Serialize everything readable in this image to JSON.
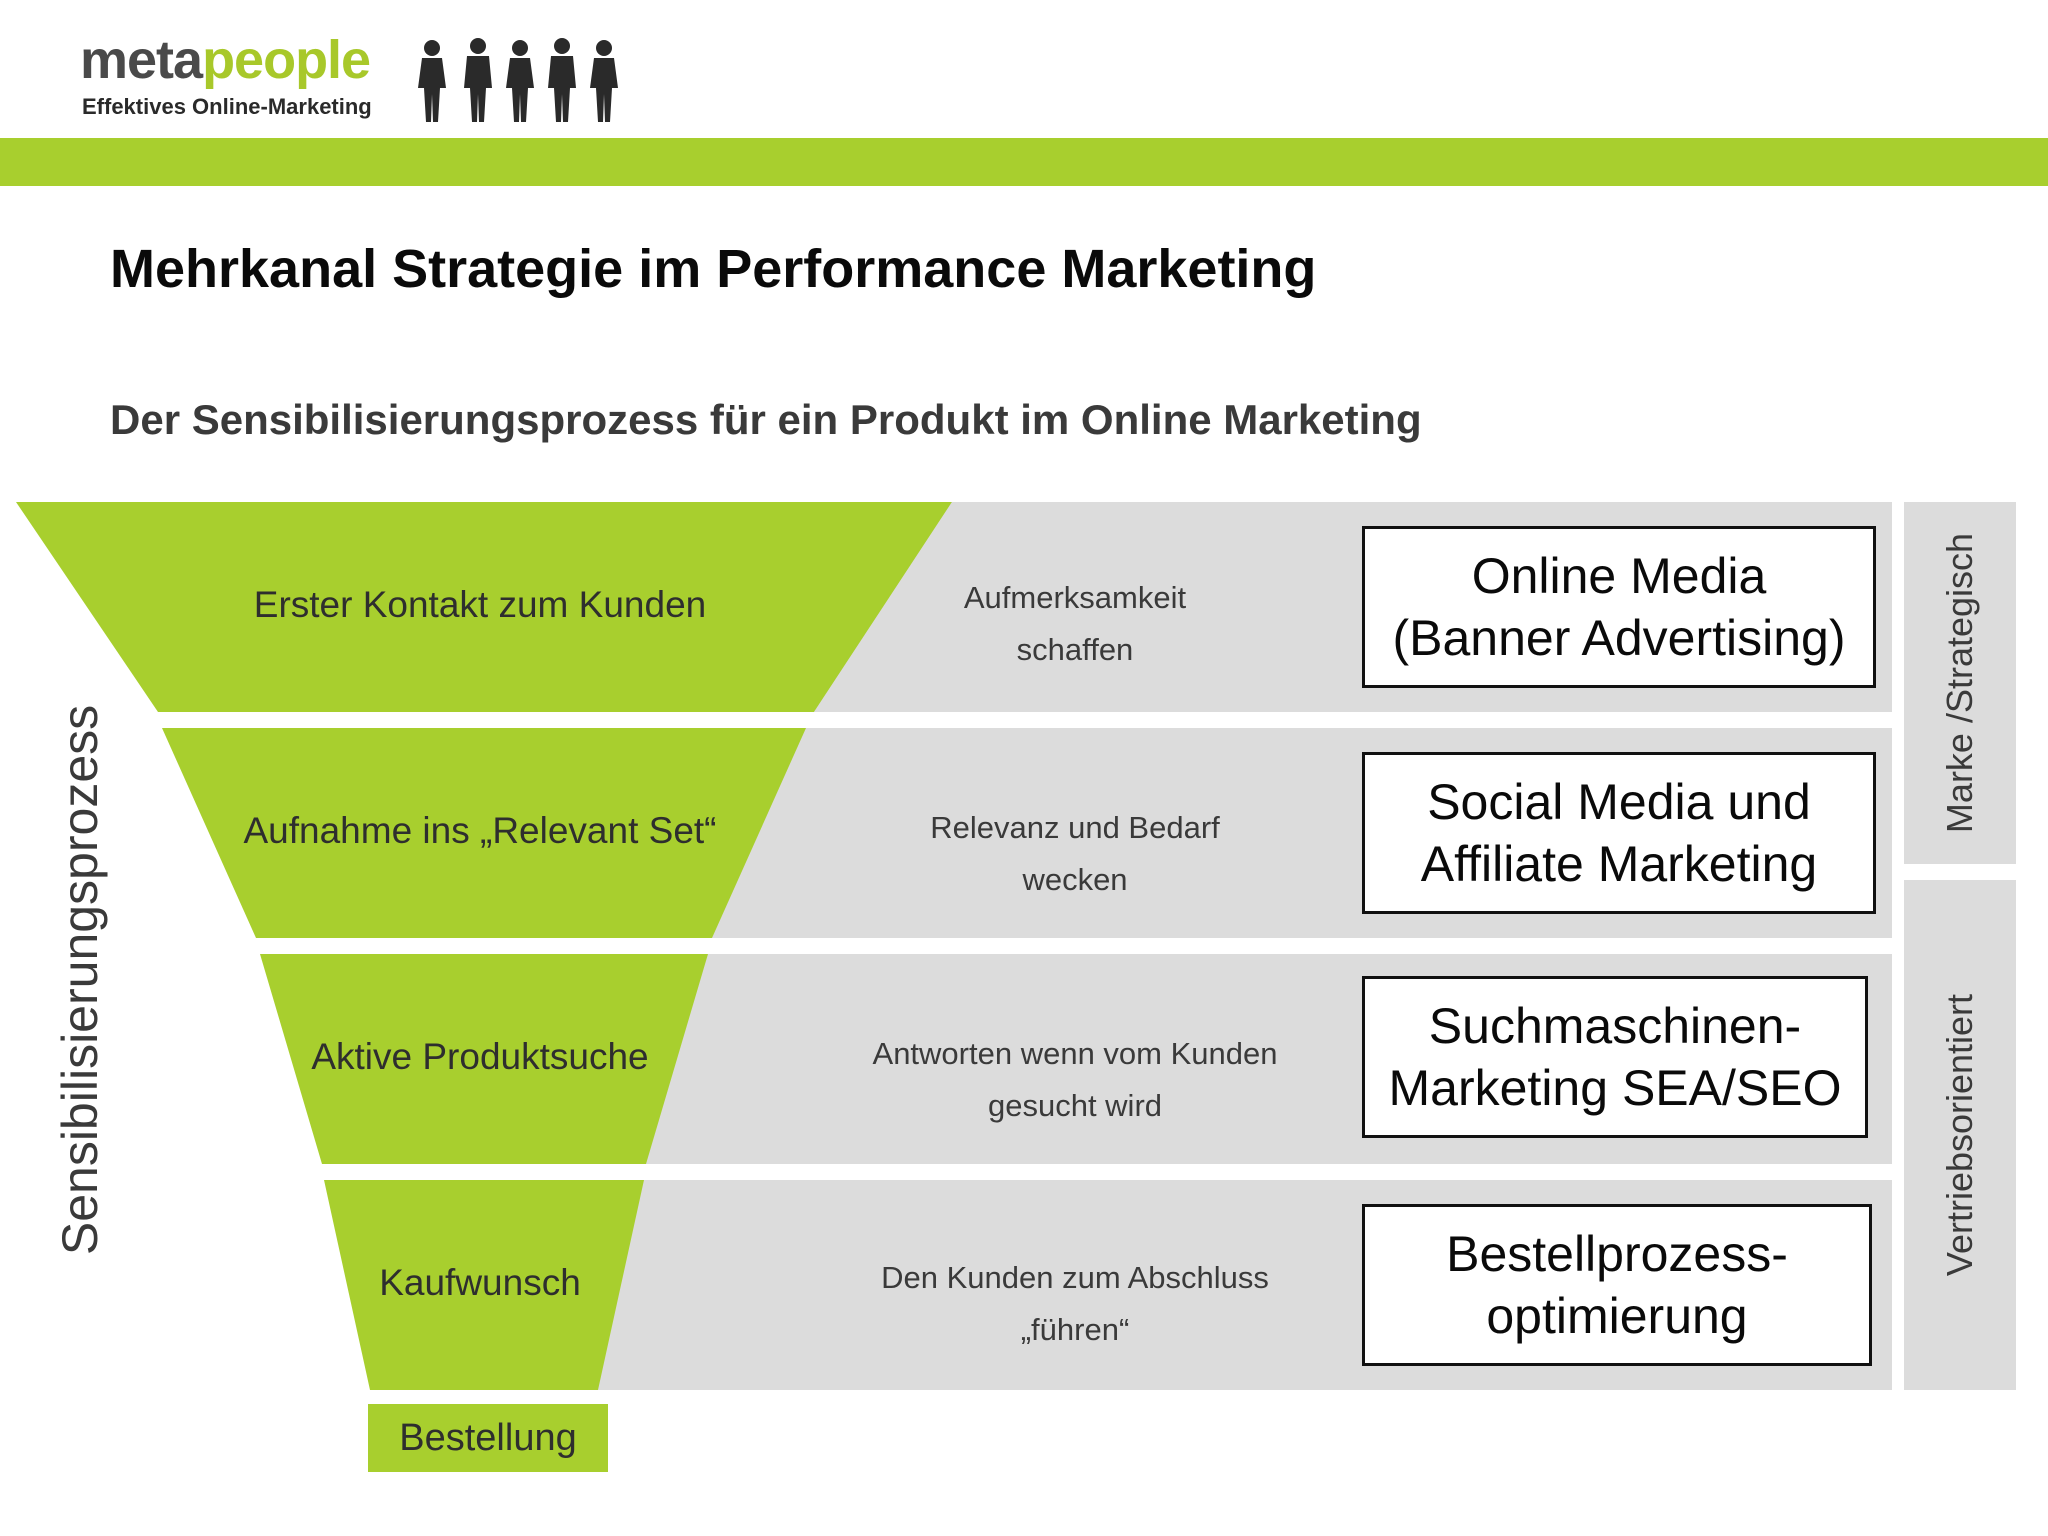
{
  "logo": {
    "word_a": "meta",
    "word_b": "people",
    "tagline": "Effektives Online-Marketing",
    "icon": "people-silhouettes-icon"
  },
  "title": "Mehrkanal Strategie im Performance Marketing",
  "subtitle": "Der Sensibilisierungsprozess für ein Produkt im Online Marketing",
  "process_label": "Sensibilisierungsprozess",
  "stages": [
    {
      "label": "Erster Kontakt zum Kunden",
      "goal": [
        "Aufmerksamkeit",
        "schaffen"
      ],
      "channel": [
        "Online Media",
        "(Banner Advertising)"
      ]
    },
    {
      "label": "Aufnahme ins „Relevant Set“",
      "goal": [
        "Relevanz und Bedarf",
        "wecken"
      ],
      "channel": [
        "Social Media und",
        "Affiliate Marketing"
      ]
    },
    {
      "label": "Aktive Produktsuche",
      "goal": [
        "Antworten wenn vom Kunden",
        "gesucht wird"
      ],
      "channel": [
        "Suchmaschinen-",
        "Marketing SEA/SEO"
      ]
    },
    {
      "label": "Kaufwunsch",
      "goal": [
        "Den Kunden zum Abschluss",
        "„führen“"
      ],
      "channel": [
        "Bestellprozess-",
        "optimierung"
      ]
    }
  ],
  "outcome": "Bestellung",
  "side_labels": {
    "top": "Marke /Strategisch",
    "bottom": "Vertriebsorientiert"
  },
  "colors": {
    "accent_green": "#a8cf2e",
    "row_gray": "#dcdcdc",
    "logo_green": "#a8c82a"
  }
}
